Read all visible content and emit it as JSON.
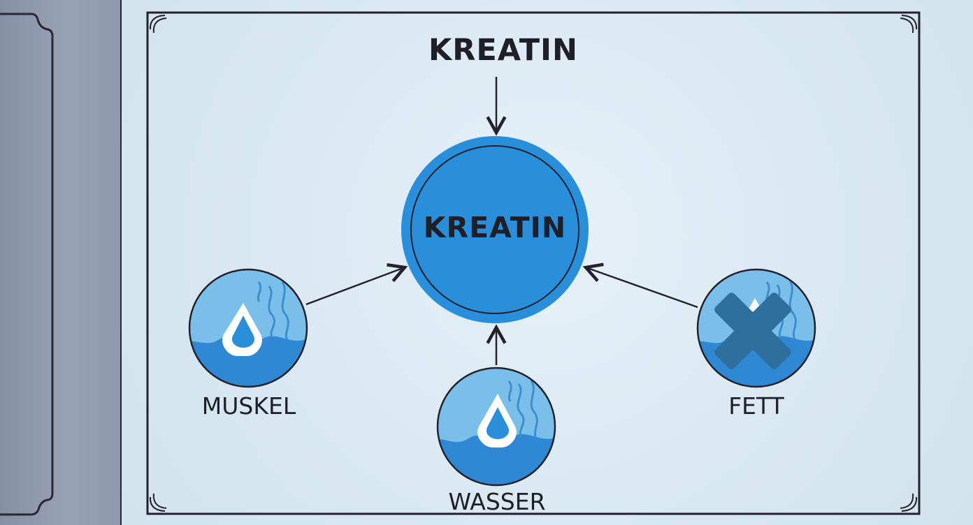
{
  "diagram": {
    "title": "KREATIN",
    "center_node": {
      "label": "KREATIN",
      "color": "#2a8fdb"
    },
    "nodes": [
      {
        "id": "muskel",
        "label": "MUSKEL",
        "icon": "water-drop-icon"
      },
      {
        "id": "wasser",
        "label": "WASSER",
        "icon": "water-drop-icon"
      },
      {
        "id": "fett",
        "label": "FETT",
        "icon": "cross-icon"
      }
    ],
    "edges": [
      {
        "from": "title",
        "to": "center"
      },
      {
        "from": "muskel",
        "to": "center"
      },
      {
        "from": "wasser",
        "to": "center"
      },
      {
        "from": "fett",
        "to": "center"
      }
    ]
  },
  "colors": {
    "background": "#dbe8f1",
    "sidebar": "#8f99ad",
    "outline": "#24212b",
    "light_blue": "#79bfe9",
    "mid_blue": "#2a8fdb",
    "dark_blue": "#1f6fb8",
    "cross": "#2f6f9d"
  }
}
